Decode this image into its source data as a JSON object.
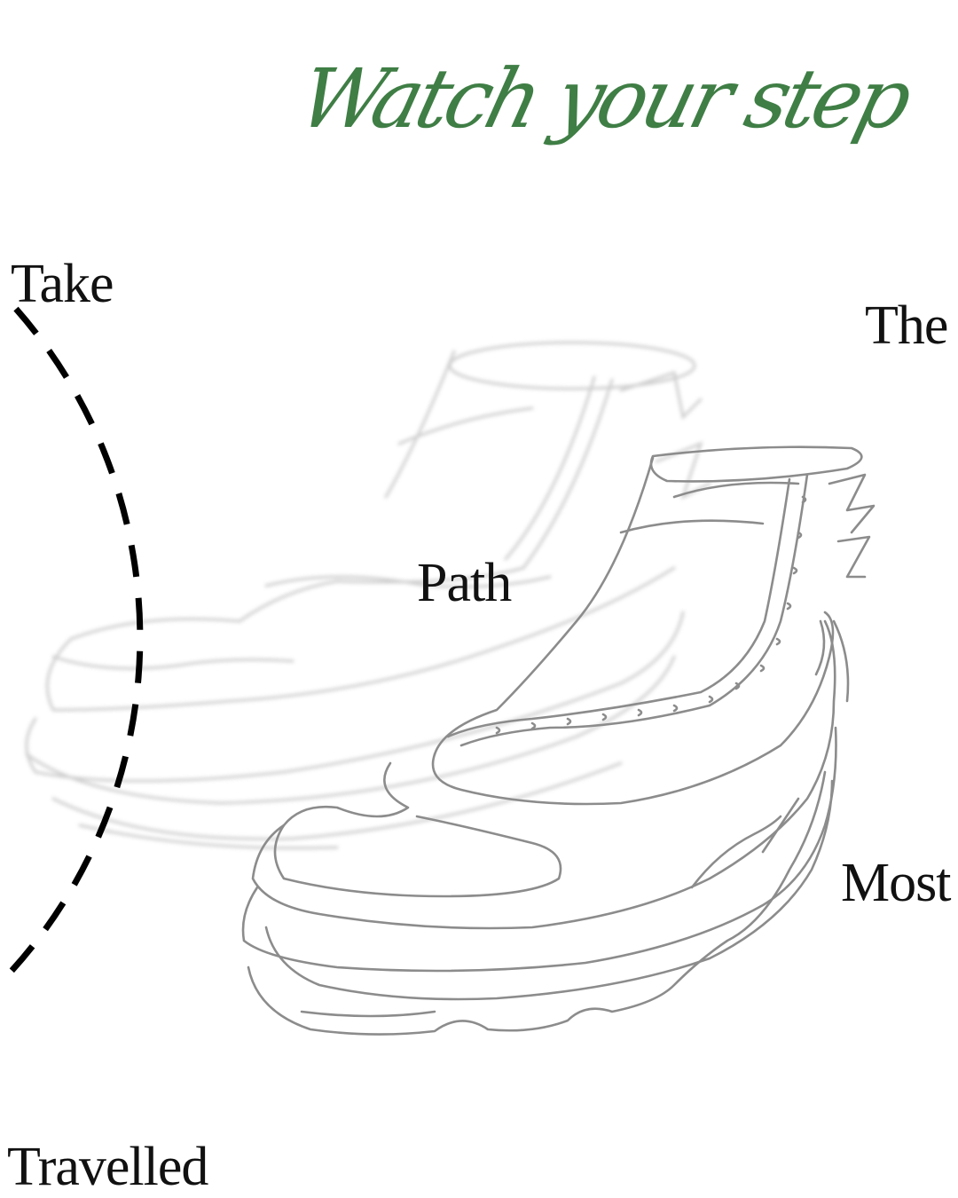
{
  "title": "Watch your step",
  "words": {
    "take": "Take",
    "the": "The",
    "path": "Path",
    "most": "Most",
    "travelled": "Travelled"
  },
  "colors": {
    "title": "#3f7e45",
    "text": "#111111",
    "shoe_stroke": "#8a8a8a",
    "shoe_ghost_stroke": "#bdbdbd",
    "dashed_arc": "#000000"
  }
}
